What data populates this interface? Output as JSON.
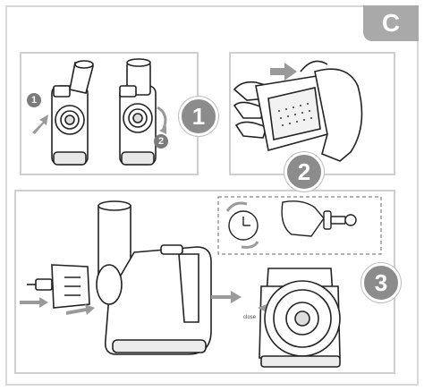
{
  "section_tab": "C",
  "steps": {
    "step1": "1",
    "step2": "2",
    "step3": "3"
  },
  "sub_steps": {
    "a": "1",
    "b": "2"
  },
  "labels": {
    "close": "close"
  },
  "colors": {
    "badge": "#8c8c8c",
    "tab": "#a9a9a9",
    "frame": "#cfcfcf",
    "arrow": "#9a9a9a"
  }
}
